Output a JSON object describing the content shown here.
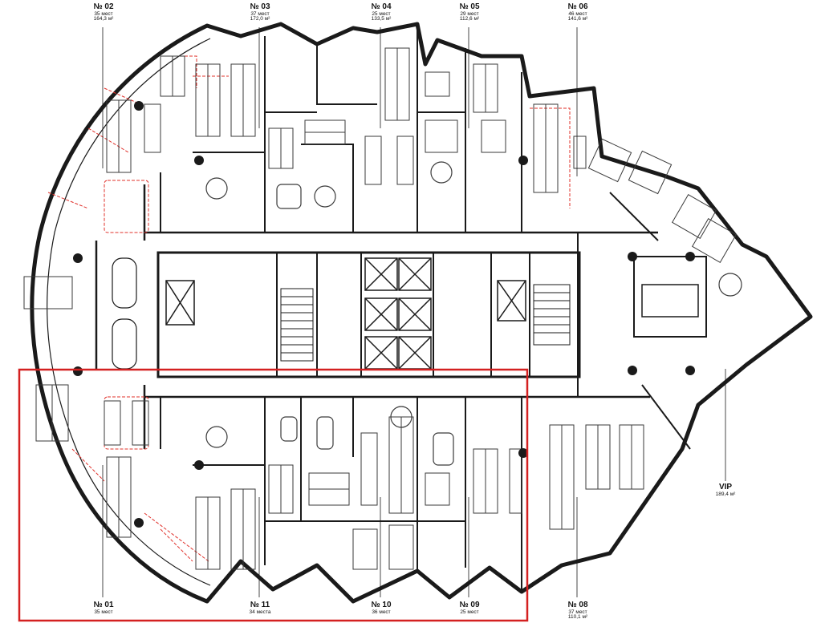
{
  "offices": [
    {
      "id": "02",
      "number": "№ 02",
      "seats": "35 мест",
      "area": "164,3 м²"
    },
    {
      "id": "03",
      "number": "№ 03",
      "seats": "37 мест",
      "area": "172,0 м²"
    },
    {
      "id": "04",
      "number": "№ 04",
      "seats": "25 мест",
      "area": "133,5 м²"
    },
    {
      "id": "05",
      "number": "№ 05",
      "seats": "29 мест",
      "area": "112,6 м²"
    },
    {
      "id": "06",
      "number": "№ 06",
      "seats": "46 мест",
      "area": "141,6 м²"
    },
    {
      "id": "vip",
      "number": "VIP",
      "seats": "",
      "area": "189,4 м²"
    },
    {
      "id": "01",
      "number": "№ 01",
      "seats": "35 мест",
      "area": ""
    },
    {
      "id": "11",
      "number": "№ 11",
      "seats": "34 места",
      "area": ""
    },
    {
      "id": "10",
      "number": "№ 10",
      "seats": "36 мест",
      "area": ""
    },
    {
      "id": "09",
      "number": "№ 09",
      "seats": "25 мест",
      "area": ""
    },
    {
      "id": "08",
      "number": "№ 08",
      "seats": "37 мест",
      "area": "110,1 м²"
    }
  ],
  "colors": {
    "wall": "#1a1a1a",
    "furniture": "#3a3a3a",
    "partition": "#e0302a",
    "highlight": "#d42020",
    "background": "#ffffff"
  }
}
